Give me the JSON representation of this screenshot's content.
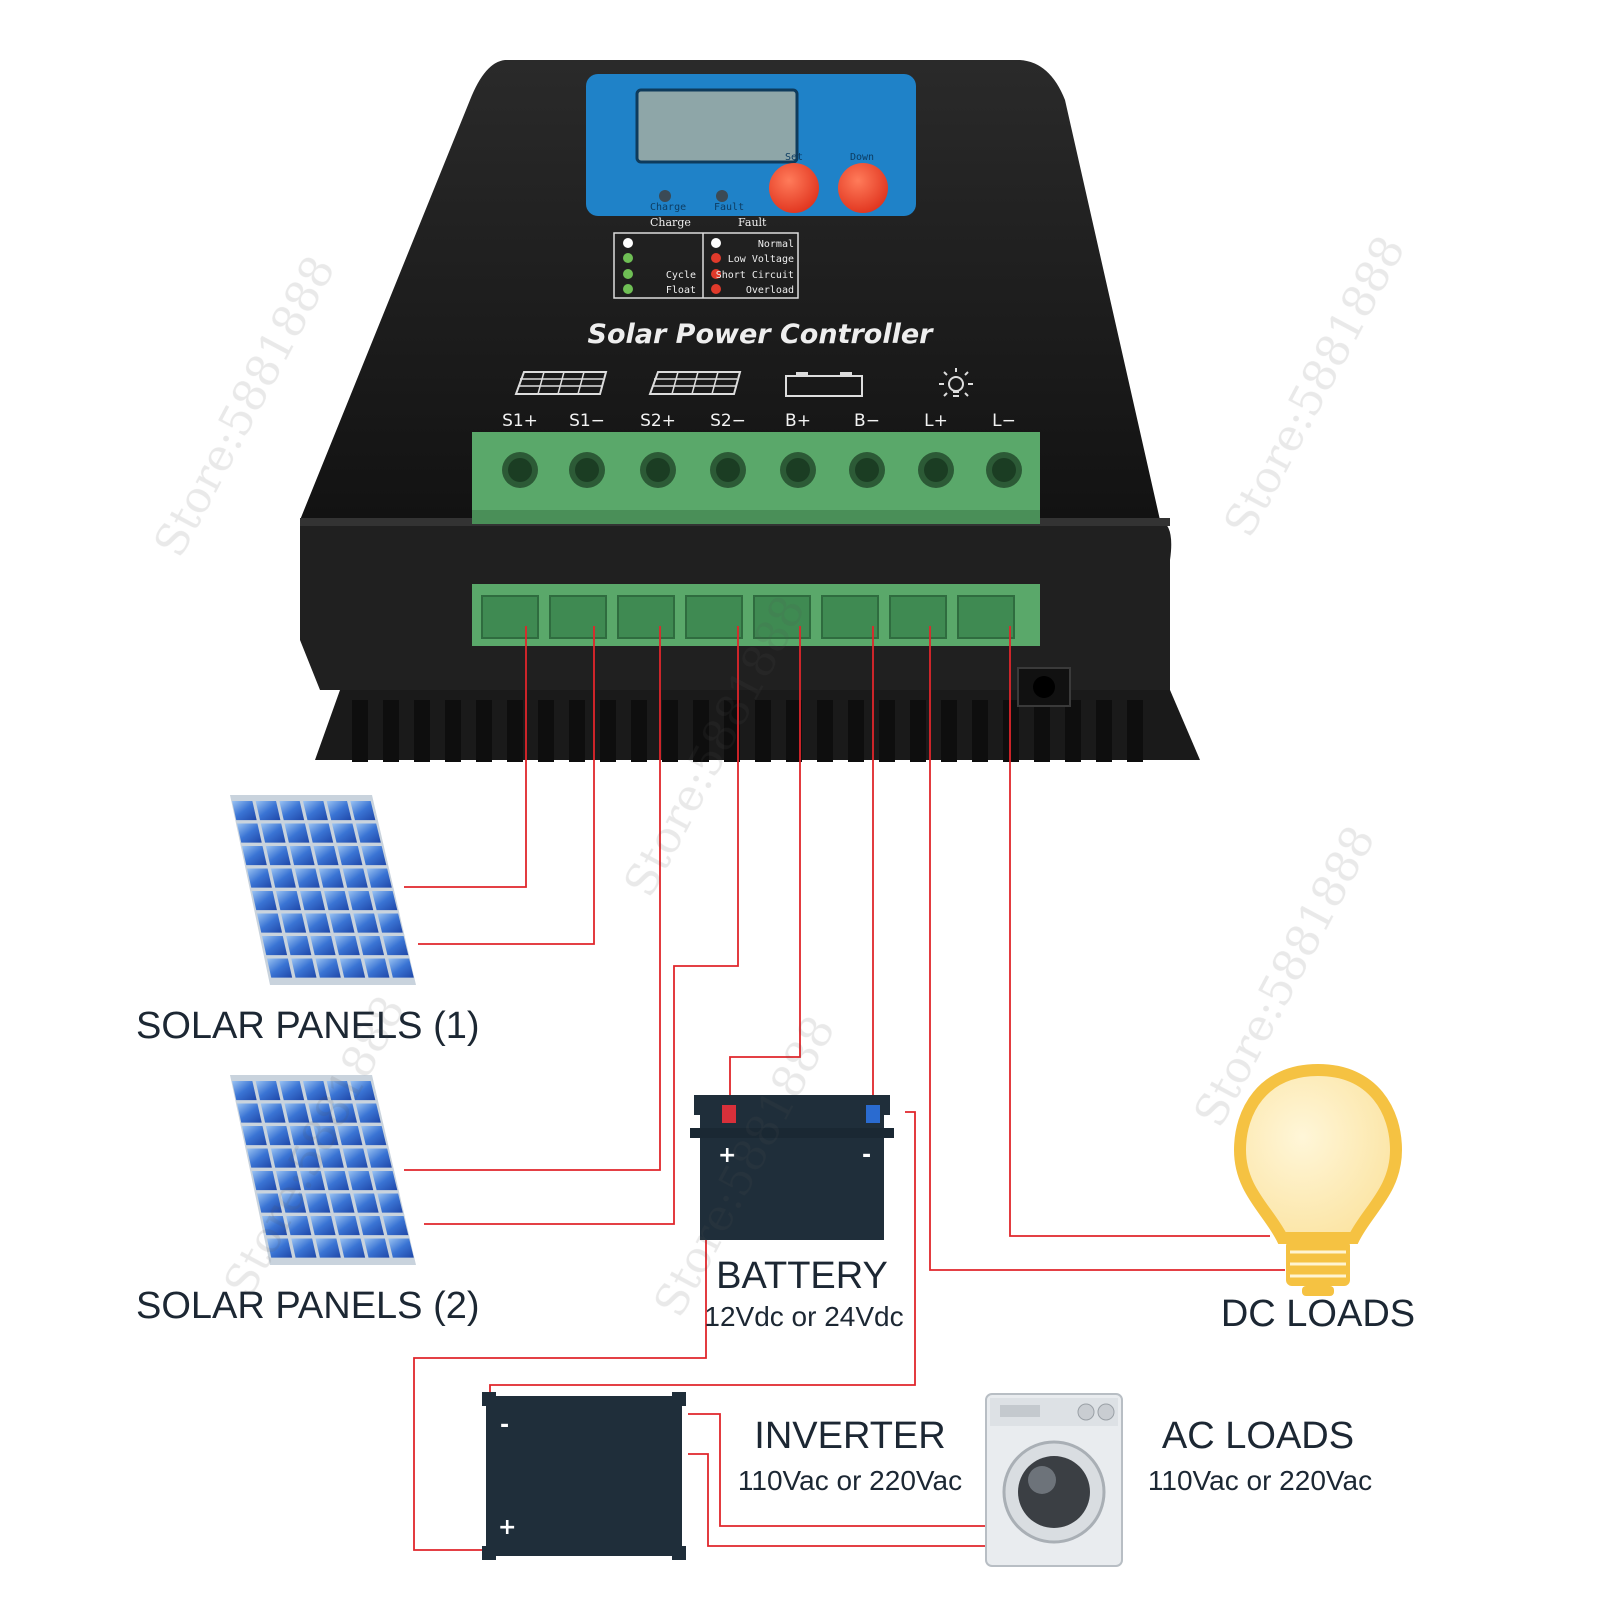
{
  "controller": {
    "brand_text": "Solar Power Controller",
    "buttons": [
      "Set",
      "Down"
    ],
    "leds": [
      "Charge",
      "Fault"
    ],
    "legend_headers": [
      "Charge",
      "Fault"
    ],
    "legend_charge": [
      "",
      "",
      "Cycle",
      "Float"
    ],
    "legend_fault": [
      "Normal",
      "Low Voltage",
      "Short Circuit",
      "Overload"
    ],
    "terminals": [
      "S1+",
      "S1−",
      "S2+",
      "S2−",
      "B+",
      "B−",
      "L+",
      "L−"
    ]
  },
  "labels": {
    "solar1": "SOLAR PANELS (1)",
    "solar2": "SOLAR PANELS (2)",
    "battery": "BATTERY",
    "battery_spec": "12Vdc or 24Vdc",
    "inverter": "INVERTER",
    "inverter_spec": "110Vac or 220Vac",
    "ac_loads": "AC LOADS",
    "ac_spec": "110Vac or 220Vac",
    "dc_loads": "DC LOADS"
  },
  "battery_marks": {
    "plus": "+",
    "minus": "-"
  },
  "inverter_marks": {
    "minus": "-",
    "plus": "+"
  },
  "watermark": "Store:5881888",
  "colors": {
    "wire": "#e0262b",
    "controller_body": "#1c1c1c",
    "panel_blue": "#2f6fd1",
    "terminal_green": "#5aa86a",
    "bulb": "#f5c242"
  }
}
